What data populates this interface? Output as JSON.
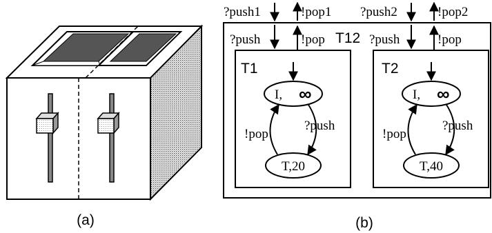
{
  "panel_a": {
    "caption": "(a)"
  },
  "panel_b": {
    "caption": "(b)",
    "composite": {
      "name": "T12",
      "ports": {
        "push1": "?push1",
        "pop1": "!pop1",
        "push2": "?push2",
        "pop2": "!pop2"
      }
    },
    "automata": [
      {
        "name": "T1",
        "input_label": "?push",
        "output_label": "!pop",
        "initial_state": {
          "name": "I,",
          "value": "∞"
        },
        "timer_state": "T,20",
        "to_timer_label": "?push",
        "to_initial_label": "!pop"
      },
      {
        "name": "T2",
        "input_label": "?push",
        "output_label": "!pop",
        "initial_state": {
          "name": "I,",
          "value": "∞"
        },
        "timer_state": "T,40",
        "to_timer_label": "?push",
        "to_initial_label": "!pop"
      }
    ]
  }
}
